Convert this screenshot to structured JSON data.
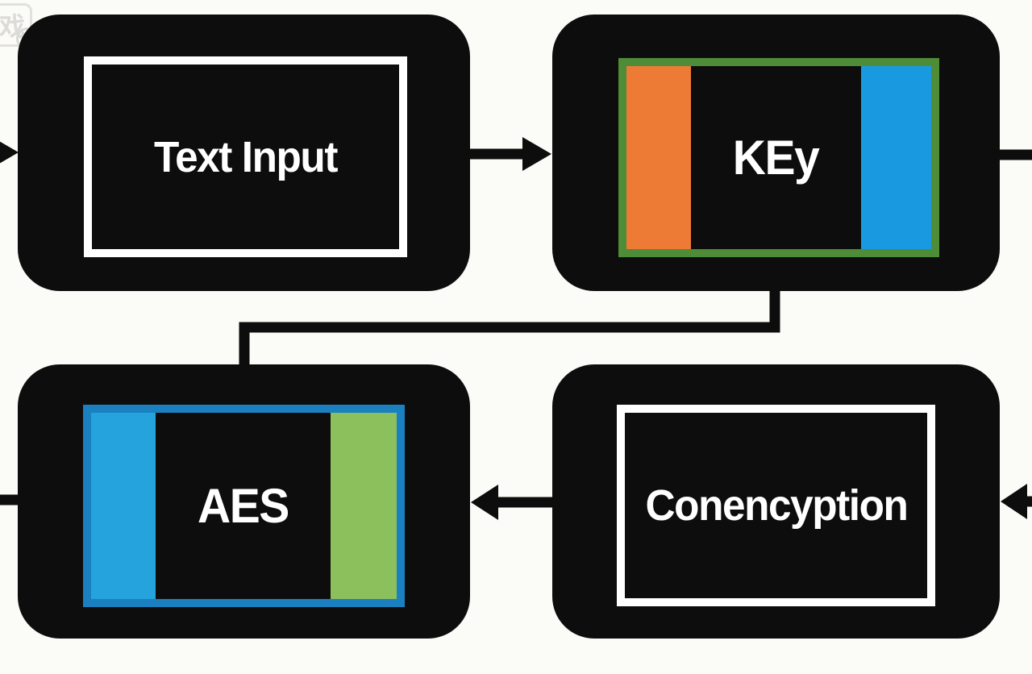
{
  "watermark": {
    "glyph": "戏"
  },
  "colors": {
    "background": "#fbfbf8",
    "node_fill": "#0d0d0d",
    "line": "#0d0d0d",
    "inner_border_white": "#ffffff",
    "key_border_green": "#4e8c38",
    "key_bar_orange": "#ee7b35",
    "key_bar_blue": "#199ae0",
    "aes_border_blue": "#1a80c0",
    "aes_bar_blue": "#24a3dc",
    "aes_bar_green": "#8cc05c",
    "label_text": "#ffffff"
  },
  "nodes": [
    {
      "id": "text-input",
      "label": "Text Input"
    },
    {
      "id": "key",
      "label": "KEy"
    },
    {
      "id": "aes",
      "label": "AES"
    },
    {
      "id": "conencyption",
      "label": "Conencyption"
    }
  ],
  "connectors": [
    {
      "id": "edge-into-text-input",
      "from": "left-image-edge",
      "to": "text-input",
      "arrow": true,
      "shape": "straight"
    },
    {
      "id": "text-input-to-key",
      "from": "text-input",
      "to": "key",
      "arrow": true,
      "shape": "straight"
    },
    {
      "id": "key-to-right-edge",
      "from": "key",
      "to": "right-image-edge",
      "arrow": false,
      "shape": "straight"
    },
    {
      "id": "key-to-aes",
      "from": "key",
      "to": "aes",
      "arrow": false,
      "shape": "elbow"
    },
    {
      "id": "conencyption-to-aes",
      "from": "conencyption",
      "to": "aes",
      "arrow": true,
      "shape": "straight"
    },
    {
      "id": "edge-into-conencyption",
      "from": "right-image-edge",
      "to": "conencyption",
      "arrow": true,
      "shape": "straight"
    },
    {
      "id": "aes-to-left-edge",
      "from": "aes",
      "to": "left-image-edge",
      "arrow": false,
      "shape": "straight"
    }
  ]
}
